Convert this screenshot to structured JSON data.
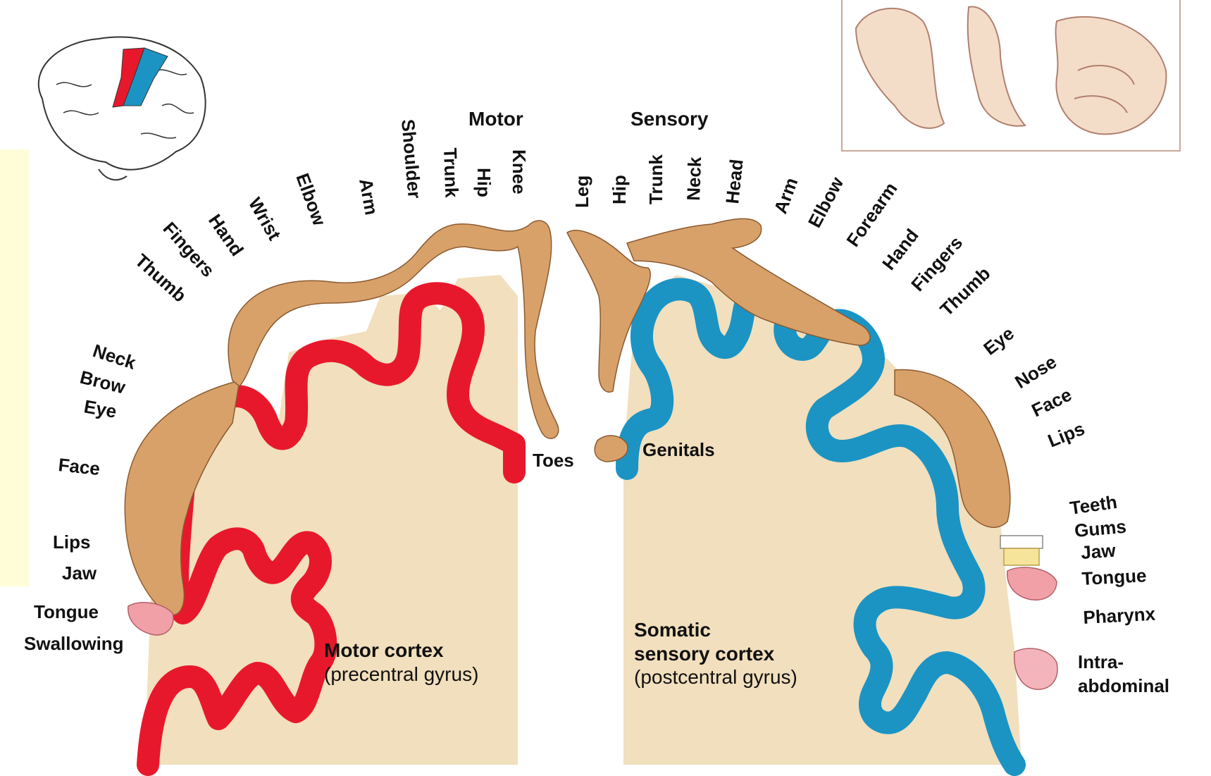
{
  "headers": {
    "motor": "Motor",
    "sensory": "Sensory"
  },
  "motor_labels": {
    "thumb": "Thumb",
    "fingers": "Fingers",
    "hand": "Hand",
    "wrist": "Wrist",
    "elbow": "Elbow",
    "arm": "Arm",
    "shoulder": "Shoulder",
    "trunk": "Trunk",
    "hip": "Hip",
    "knee": "Knee",
    "neck": "Neck",
    "brow": "Brow",
    "eye": "Eye",
    "face": "Face",
    "lips": "Lips",
    "jaw": "Jaw",
    "tongue": "Tongue",
    "swallowing": "Swallowing",
    "toes": "Toes"
  },
  "sensory_labels": {
    "leg": "Leg",
    "hip": "Hip",
    "trunk": "Trunk",
    "neck": "Neck",
    "head": "Head",
    "arm": "Arm",
    "elbow": "Elbow",
    "forearm": "Forearm",
    "hand": "Hand",
    "fingers": "Fingers",
    "thumb": "Thumb",
    "eye": "Eye",
    "nose": "Nose",
    "face": "Face",
    "lips": "Lips",
    "teeth": "Teeth",
    "gums": "Gums",
    "jaw": "Jaw",
    "tongue": "Tongue",
    "pharynx": "Pharynx",
    "intra1": "Intra-",
    "intra2": "abdominal",
    "genitals": "Genitals"
  },
  "captions": {
    "motor_title": "Motor cortex",
    "motor_sub": "(precentral gyrus)",
    "sensory_title1": "Somatic",
    "sensory_title2": "sensory cortex",
    "sensory_sub": "(postcentral gyrus)"
  },
  "colors": {
    "motor_cortex": "#e8182c",
    "sensory_cortex": "#1b94c4",
    "tissue": "#f2dfbd",
    "homunculus_skin": "#d9a16a",
    "tongue": "#f2a0a8",
    "side_panel": "#fffdd8"
  }
}
